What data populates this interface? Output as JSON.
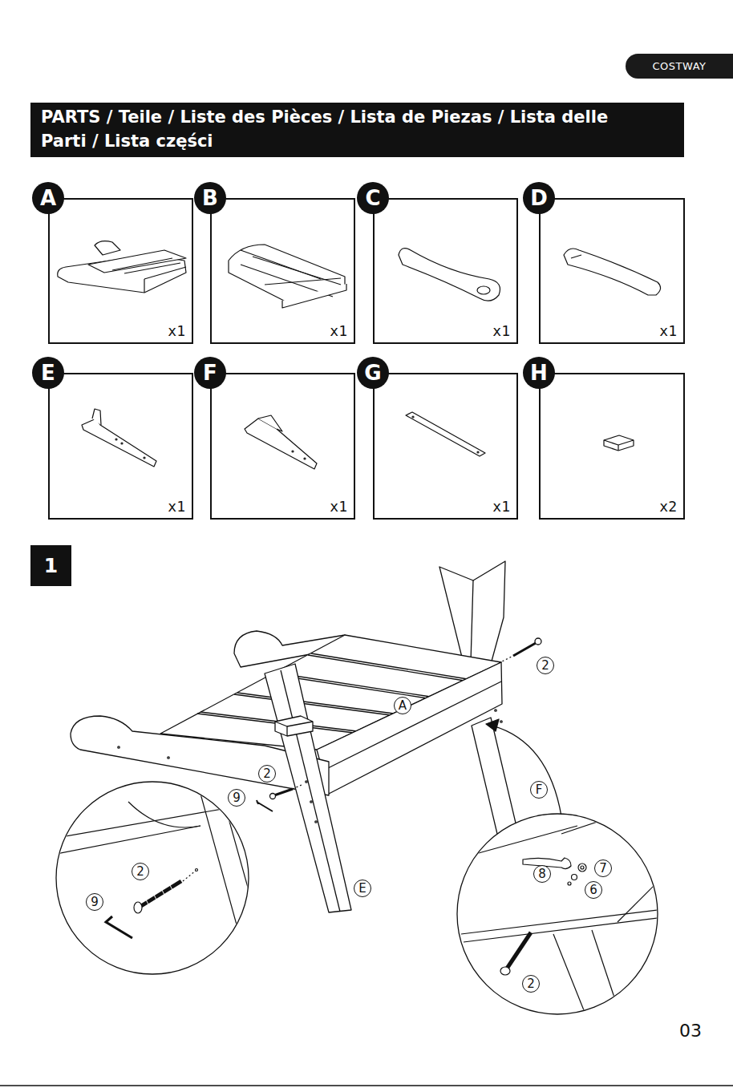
{
  "diagram": {
    "title": "PARTS / Teile / Liste des Pièces / Lista de Piezas / Lista delle Parti / Lista części",
    "nodes": [
      {
        "text": [
          "COSTWAY"
        ]
      },
      {
        "text": [
          "A",
          "x1"
        ]
      },
      {
        "text": [
          "B",
          "x1"
        ]
      },
      {
        "text": [
          "C",
          "x1"
        ]
      },
      {
        "text": [
          "D",
          "x1"
        ]
      },
      {
        "text": [
          "E",
          "x1"
        ]
      },
      {
        "text": [
          "F",
          "x1"
        ]
      },
      {
        "text": [
          "G",
          "x1"
        ]
      },
      {
        "text": [
          "H",
          "x2"
        ]
      },
      {
        "text": [
          "1"
        ]
      }
    ],
    "labels": [
      "2",
      "A",
      "2",
      "9",
      "F",
      "2",
      "9",
      "8",
      "7",
      "6",
      "E",
      "2",
      "03"
    ]
  }
}
